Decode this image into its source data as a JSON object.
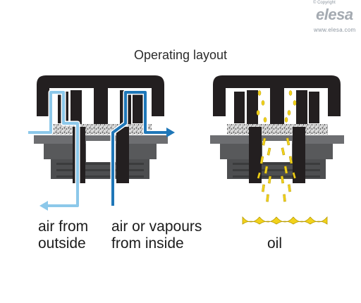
{
  "logo": {
    "copyright": "© Copyright",
    "brand": "elesa",
    "url": "www.elesa.com"
  },
  "title": "Operating layout",
  "labels": {
    "air_from_outside": [
      "air from",
      "outside"
    ],
    "air_from_inside": [
      "air or vapours",
      "from inside"
    ],
    "oil": "oil"
  },
  "colors": {
    "cap": "#231f20",
    "body_grey": "#6d6e71",
    "light_blue": "#8cc8ea",
    "dark_blue": "#1f77b8",
    "oil_yellow": "#f2d21b"
  }
}
